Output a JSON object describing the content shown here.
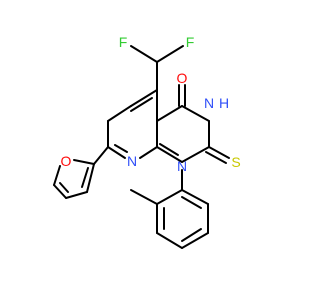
{
  "structure": {
    "colors": {
      "bond": "#000000",
      "F": "#33cc33",
      "O": "#ff0d0d",
      "N": "#3050f8",
      "S": "#c8c800",
      "background": "#ffffff"
    },
    "labels": {
      "f1": "F",
      "f2": "F",
      "o_carbonyl": "O",
      "n_h": "N",
      "h": "H",
      "s": "S",
      "n_pyridine": "N",
      "n1": "N",
      "o_furan": "O"
    }
  }
}
